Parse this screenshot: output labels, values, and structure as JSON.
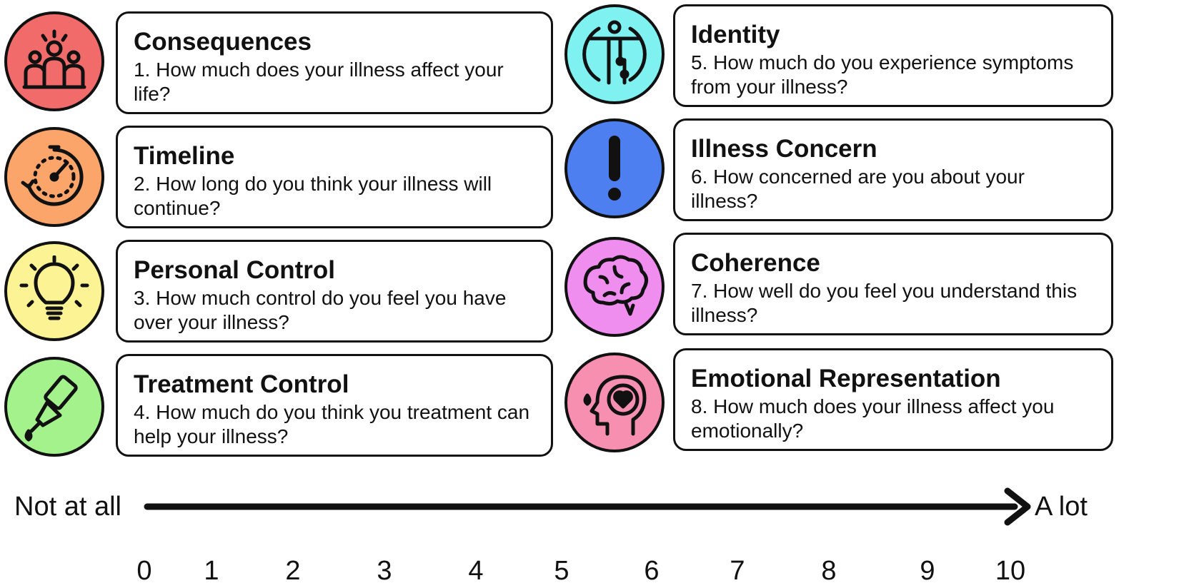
{
  "items": [
    {
      "title": "Consequences",
      "question": "1. How much does your illness affect your life?",
      "color": "#f26b6b",
      "icon": "people-sun-icon"
    },
    {
      "title": "Timeline",
      "question": "2. How long do you think your illness will continue?",
      "color": "#fba56a",
      "icon": "stopwatch-icon"
    },
    {
      "title": "Personal Control",
      "question": "3. How much control do you feel you have over your illness?",
      "color": "#fbf394",
      "icon": "lightbulb-icon"
    },
    {
      "title": "Treatment Control",
      "question": "4. How much do you think you treatment can help your illness?",
      "color": "#a4f28c",
      "icon": "dropper-icon"
    },
    {
      "title": "Identity",
      "question": "5. How much do you experience symptoms from your illness?",
      "color": "#7ef1f0",
      "icon": "body-circuit-icon"
    },
    {
      "title": "Illness Concern",
      "question": "6. How concerned are you about your illness?",
      "color": "#4d7ff0",
      "icon": "exclamation-icon"
    },
    {
      "title": "Coherence",
      "question": "7. How well do you feel you understand this illness?",
      "color": "#f08ef0",
      "icon": "brain-icon"
    },
    {
      "title": "Emotional Representation",
      "question": "8. How much does your illness affect you emotionally?",
      "color": "#f78fb0",
      "icon": "head-heart-icon"
    }
  ],
  "scale": {
    "min_label": "Not at all",
    "max_label": "A lot",
    "ticks": [
      "0",
      "1",
      "2",
      "3",
      "4",
      "5",
      "6",
      "7",
      "8",
      "9",
      "10"
    ]
  }
}
